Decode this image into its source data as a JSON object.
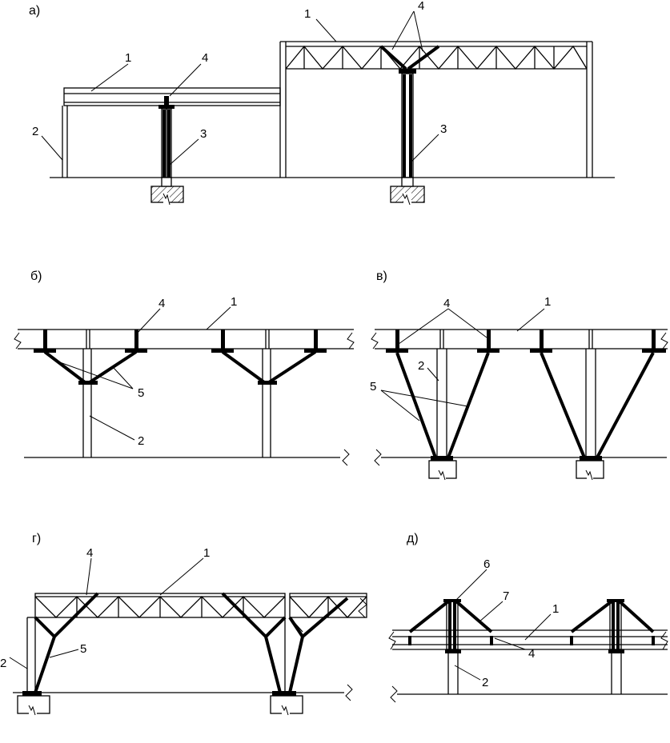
{
  "panels": {
    "a": {
      "title": "а)",
      "labels": {
        "l1a": "1",
        "l4a": "4",
        "l2a": "2",
        "l3a": "3",
        "l1b": "1",
        "l4b": "4",
        "l3b": "3"
      }
    },
    "b": {
      "title": "б)",
      "labels": {
        "l4": "4",
        "l1": "1",
        "l5": "5",
        "l2": "2"
      }
    },
    "v": {
      "title": "в)",
      "labels": {
        "l4": "4",
        "l1": "1",
        "l2": "2",
        "l5": "5"
      }
    },
    "g": {
      "title": "г)",
      "labels": {
        "l4": "4",
        "l1": "1",
        "l2": "2",
        "l5": "5"
      }
    },
    "d": {
      "title": "д)",
      "labels": {
        "l6": "6",
        "l7": "7",
        "l1": "1",
        "l4": "4",
        "l2": "2"
      }
    }
  },
  "colors": {
    "line": "#000000",
    "background": "#ffffff"
  }
}
